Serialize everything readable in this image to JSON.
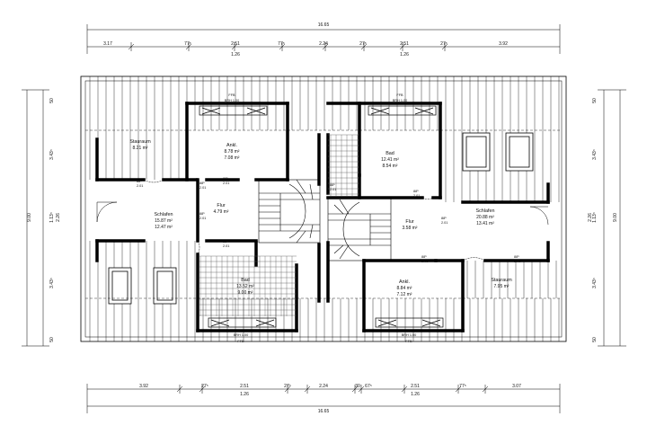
{
  "dimensions": {
    "top_total": "16.65",
    "top_segments": [
      "3.17",
      "77⁵",
      "2.51",
      "77⁵",
      "2.24",
      "27⁵",
      "2.51",
      "27⁵",
      "3.92"
    ],
    "top_sub": [
      "1.26",
      "1.26"
    ],
    "bottom_total": "16.65",
    "bottom_segments": [
      "3.92",
      "27⁵",
      "2.51",
      "27⁵",
      "2.24",
      "30",
      "67⁵",
      "2.51",
      "77⁵",
      "3.07"
    ],
    "bottom_sub": [
      "1.26",
      "1.26"
    ],
    "left_total": "9.00",
    "left_segments": [
      "50",
      "3.43⁵",
      "1.13⁵",
      "3.43⁵",
      "50"
    ],
    "left_mid": "2.26",
    "right_total": "9.00",
    "right_segments": [
      "50",
      "3.43⁵",
      "1.13⁵",
      "3.43⁵",
      "50"
    ],
    "right_mid": "2.26"
  },
  "windows": {
    "ffb": "FFB",
    "bh_left_top": "BRH 1.00",
    "bh_right_top": "BRH 1.00",
    "bh_left_bottom": "BRH 1.00",
    "bh_right_bottom": "BRH 1.00"
  },
  "rooms": {
    "stauraum_left": {
      "name": "Stauraum",
      "area1": "8.21 m²"
    },
    "ankl_left": {
      "name": "Ankl.",
      "area1": "8.78 m²",
      "area2": "7.08 m²"
    },
    "schlafen_left": {
      "name": "Schlafen",
      "area1": "15.87 m²",
      "area2": "12.47 m²"
    },
    "flur_left": {
      "name": "Flur",
      "area1": "4.79 m²"
    },
    "bad_left": {
      "name": "Bad",
      "area1": "13.52 m²",
      "area2": "9.00 m²"
    },
    "bad_right": {
      "name": "Bad",
      "area1": "12.41 m²",
      "area2": "8.54 m²"
    },
    "flur_right": {
      "name": "Flur",
      "area1": "3.58 m²"
    },
    "schlafen_right": {
      "name": "Schlafen",
      "area1": "20.88 m²",
      "area2": "13.41 m²"
    },
    "ankl_right": {
      "name": "Ankl.",
      "area1": "8.84 m²",
      "area2": "7.12 m²"
    },
    "stauraum_right": {
      "name": "Stauraum",
      "area1": "7.95 m²"
    }
  },
  "doors": {
    "width": "88⁵",
    "height": "2.01"
  }
}
